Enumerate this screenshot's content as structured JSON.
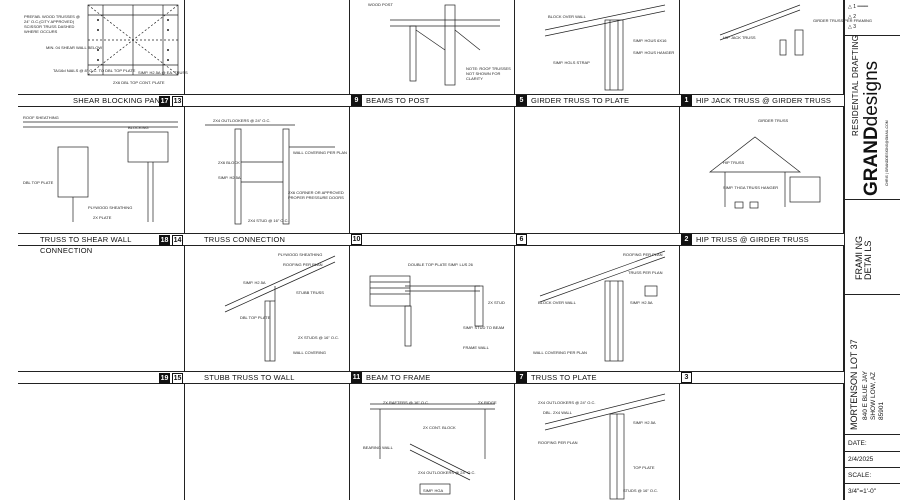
{
  "panels": {
    "row1": [
      {
        "title": "SHEAR BLOCKING PANEL",
        "num_right": "17",
        "num_left": "13",
        "notes": [
          "PREFAB. WOOD TRUSSES @ 24\" O.C.(CITY APPROVED) SCISSOR TRUSS DASHED WHERE OCCURS",
          "MIN. 04 SHEAR WALL BELOW",
          "TA/16d NAILS @ 8\" O.C. TO DBL TOP PLATE",
          "SIMP. H2.5A @ EA. TRUSS",
          "2X6 DBL TOP CONT. PLATE"
        ]
      },
      {
        "title": "BEAMS TO POST",
        "num": "9",
        "notes": [
          "WOOD POST",
          "NOTE: ROOF TRUSSES NOT SHOWN FOR CLARITY"
        ]
      },
      {
        "title": "GIRDER TRUSS TO PLATE",
        "num": "5",
        "notes": [
          "BLOCK OVER WALL",
          "SIMP. HGUS 6X16",
          "SIMP. HGUS HANGER",
          "SIMP. HGLS STRAP"
        ]
      },
      {
        "title": "HIP JACK TRUSS @ GIRDER TRUSS",
        "num": "1",
        "notes": [
          "GIRDER TRUSS PER FRAMING",
          "HIP JACK TRUSS"
        ]
      }
    ],
    "row2": [
      {
        "title": "TRUSS TO SHEAR WALL CONNECTION",
        "num_right": "18",
        "num_left": "14",
        "notes": [
          "ROOF SHEATHING",
          "BLOCKING",
          "DBL TOP PLATE",
          "PLYWOOD SHEATHING",
          "2X PLATE"
        ]
      },
      {
        "title": "TRUSS CONNECTION",
        "notes": [
          "2X4 OUTLOOKERS @ 24\" O.C.",
          "WALL COVERING PER PLAN",
          "2X6 BLOCK",
          "SIMP. H2.5A",
          "2X6 CORNER OR APPROVED PROPER PRESSURE DOORS",
          "2X4 STUD @ 16\" O.C."
        ]
      },
      {
        "title": "",
        "num": "10",
        "notes": []
      },
      {
        "title": "",
        "num": "6",
        "notes": []
      },
      {
        "title": "HIP TRUSS @ GIRDER TRUSS",
        "num": "2",
        "notes": [
          "GIRDER TRUSS",
          "HIP TRUSS",
          "SIMP. THGA TRUSS HANGER"
        ]
      }
    ],
    "row3": [
      {
        "title": "",
        "num_right": "19",
        "num_left": "15",
        "notes": []
      },
      {
        "title": "STUBB TRUSS TO WALL",
        "notes": [
          "PLYWOOD SHEATHING",
          "ROOFING PER PLAN",
          "SIMP. H2.5A",
          "STUBB TRUSS",
          "DBL TOP PLATE",
          "2X STUDS @ 16\" O.C.",
          "WALL COVERING"
        ]
      },
      {
        "title": "BEAM TO FRAME",
        "num": "11",
        "notes": [
          "DOUBLE TOP PLATE",
          "SIMP. LUS 26",
          "2X STUD",
          "SIMP. STUD TO BEAM",
          "FRAME WALL"
        ]
      },
      {
        "title": "TRUSS TO PLATE",
        "num": "7",
        "notes": [
          "ROOFING PER PLAN",
          "TRUSS PER PLAN",
          "SIMP. H2.5A",
          "BLOCK OVER WALL",
          "WALL COVERING PER PLAN"
        ]
      },
      {
        "title": "",
        "num": "3",
        "notes": []
      }
    ],
    "row4": [
      {
        "title": "",
        "notes": []
      },
      {
        "title": "",
        "notes": [
          "2X RAFTERS @ 16\" O.C.",
          "2X RIDGE",
          "2X CONT. BLOCK",
          "BEARING WALL",
          "2X4 OUTLOOKERS @ 24\" O.C.",
          "SIMP. HGA"
        ]
      },
      {
        "title": "",
        "notes": [
          "2X4 OUTLOOKERS @ 24\" O.C.",
          "DBL. 2X4 WALL",
          "SIMP. H2.5A",
          "ROOFING PER PLAN",
          "TOP PLATE",
          "STUDS @ 16\" O.C."
        ]
      },
      {
        "title": "",
        "notes": []
      }
    ]
  },
  "title_block": {
    "drafting": "RESIDENTIAL DRAFTING",
    "brand_bold": "GRAND",
    "brand_light": "designs",
    "brand_contact": "CHRIS | GRANDDESIGNS@GMAIL.COM",
    "sheet_title": "FRAMI NG DETAI LS",
    "project": "MORTENSON LOT 37",
    "address": "840 E BLUE JAY",
    "city": "SHOW LOW, AZ",
    "zip": "85901",
    "date_label": "DATE:",
    "date": "2/4/2025",
    "scale_label": "SCALE:",
    "scale": "3/4\"=1'-0\"",
    "revisions": [
      "1",
      "2",
      "3"
    ]
  }
}
